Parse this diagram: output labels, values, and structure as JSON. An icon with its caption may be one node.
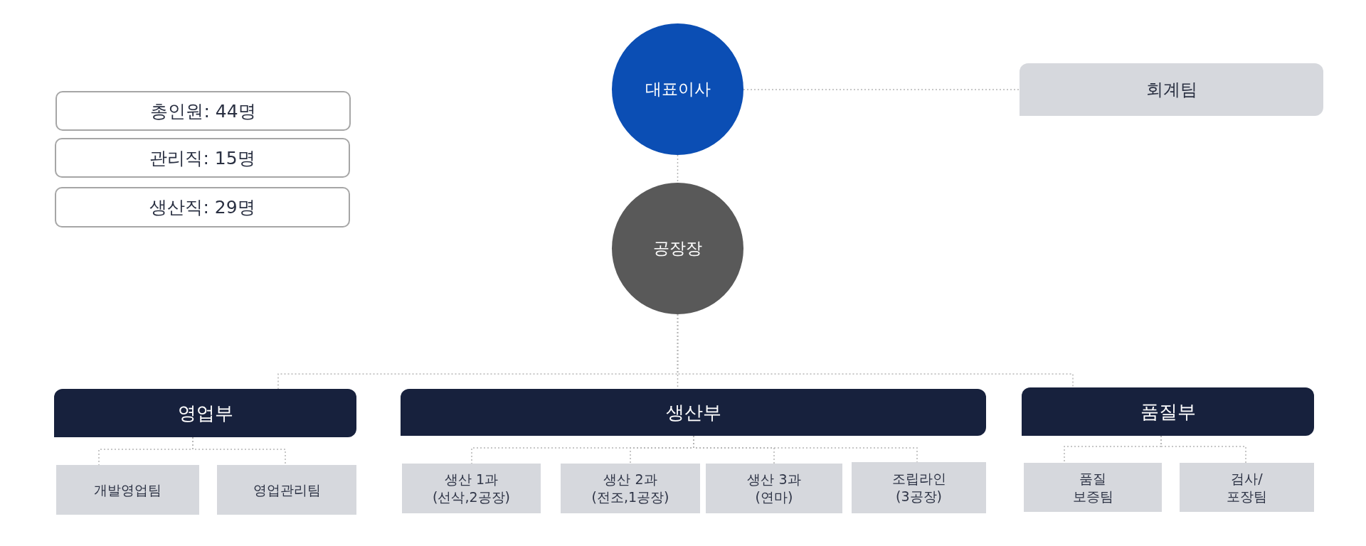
{
  "diagram": {
    "nodes": [
      {
        "text": [
          "총인원: 44명"
        ]
      },
      {
        "text": [
          "관리직: 15명"
        ]
      },
      {
        "text": [
          "생산직: 29명"
        ]
      },
      {
        "text": [
          "대표이사"
        ]
      },
      {
        "text": [
          "회계팀"
        ]
      },
      {
        "text": [
          "공장장"
        ]
      },
      {
        "text": [
          "영업부"
        ]
      },
      {
        "text": [
          "생산부"
        ]
      },
      {
        "text": [
          "품질부"
        ]
      },
      {
        "text": [
          "개발영업팀"
        ]
      },
      {
        "text": [
          "영업관리팀"
        ]
      },
      {
        "text": [
          "생산 1과 (선삭,2공장)"
        ]
      },
      {
        "text": [
          "생산 2과 (전조,1공장)"
        ]
      },
      {
        "text": [
          "생산 3과 (연마)"
        ]
      },
      {
        "text": [
          "조립라인 (3공장)"
        ]
      },
      {
        "text": [
          "품질 보증팀"
        ]
      },
      {
        "text": [
          "검사/ 포장팀"
        ]
      }
    ],
    "edges": [
      {
        "from": 3,
        "to": 4,
        "arrow": "none"
      },
      {
        "from": 3,
        "to": 5,
        "arrow": "none"
      },
      {
        "from": 5,
        "to": 6,
        "arrow": "none"
      },
      {
        "from": 5,
        "to": 7,
        "arrow": "none"
      },
      {
        "from": 5,
        "to": 8,
        "arrow": "none"
      },
      {
        "from": 6,
        "to": 9,
        "arrow": "none"
      },
      {
        "from": 6,
        "to": 10,
        "arrow": "none"
      },
      {
        "from": 7,
        "to": 11,
        "arrow": "none"
      },
      {
        "from": 7,
        "to": 12,
        "arrow": "none"
      },
      {
        "from": 7,
        "to": 13,
        "arrow": "none"
      },
      {
        "from": 7,
        "to": 14,
        "arrow": "none"
      },
      {
        "from": 8,
        "to": 15,
        "arrow": "none"
      },
      {
        "from": 8,
        "to": 16,
        "arrow": "none"
      }
    ]
  }
}
